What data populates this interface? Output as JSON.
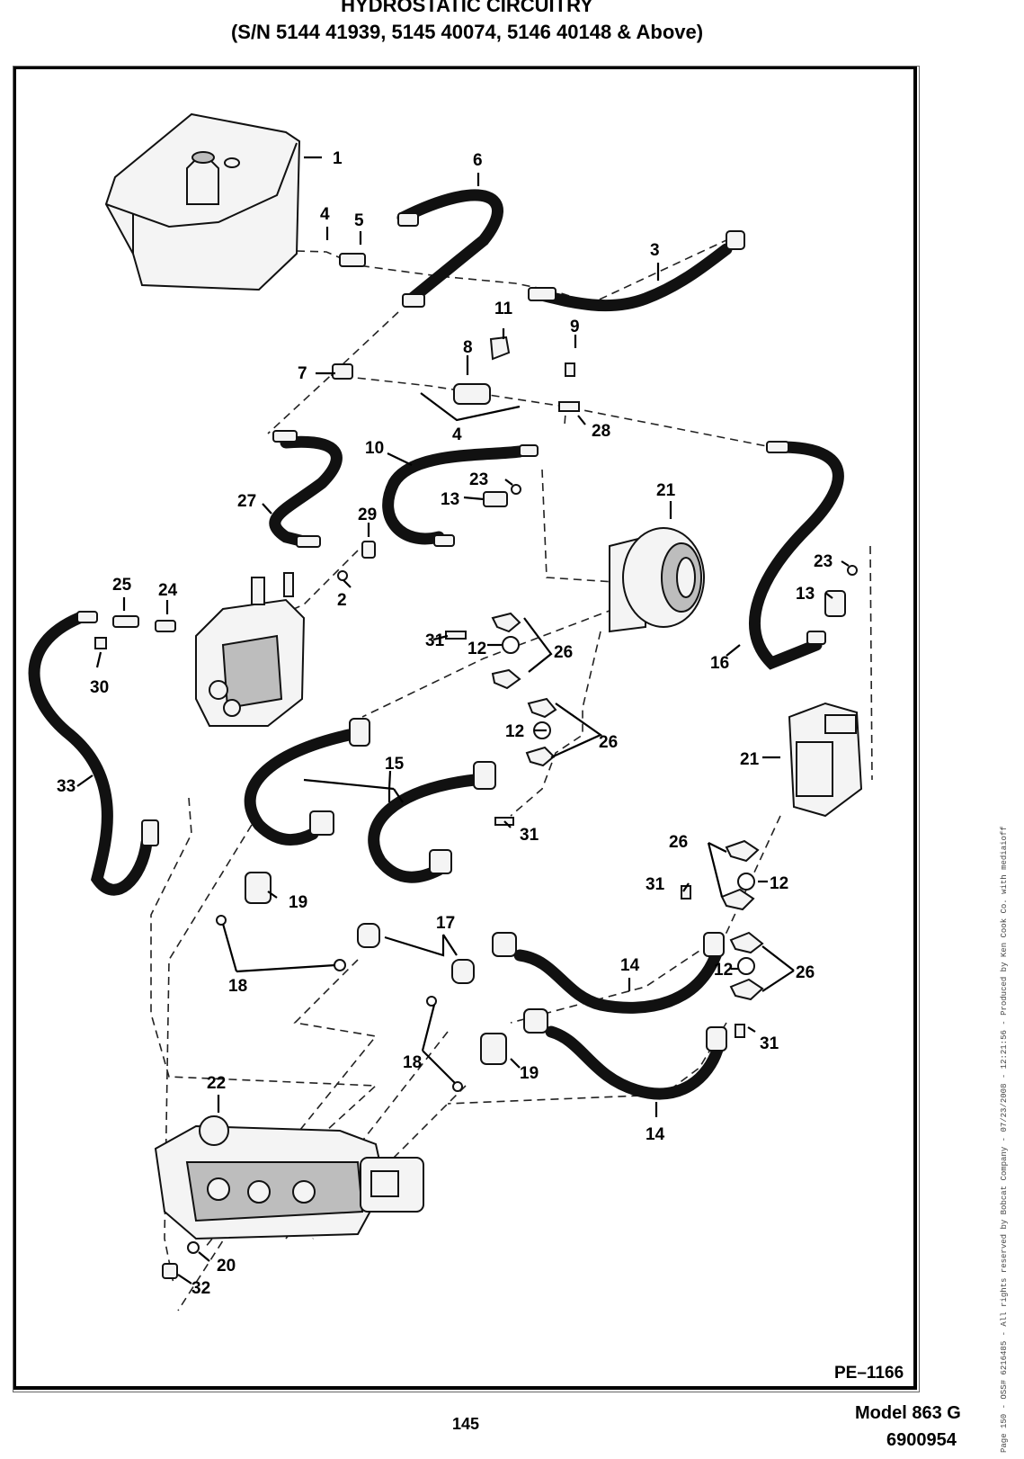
{
  "header": {
    "title": "HYDROSTATIC CIRCUITRY",
    "subtitle": "(S/N 5144 41939, 5145 40074, 5146 40148 & Above)"
  },
  "diagram": {
    "callouts": [
      "1",
      "2",
      "3",
      "4",
      "4",
      "5",
      "6",
      "7",
      "8",
      "9",
      "10",
      "11",
      "12",
      "12",
      "12",
      "12",
      "13",
      "13",
      "14",
      "14",
      "15",
      "16",
      "17",
      "18",
      "18",
      "19",
      "19",
      "20",
      "21",
      "21",
      "22",
      "23",
      "23",
      "24",
      "25",
      "26",
      "26",
      "26",
      "26",
      "27",
      "28",
      "29",
      "30",
      "31",
      "31",
      "31",
      "31",
      "32",
      "33"
    ],
    "drawing_code": "PE–1166"
  },
  "footer": {
    "page_number": "145",
    "model": "Model 863 G",
    "manual_number": "6900954",
    "side_note": "Page 150 - OSS# 6216485 - All rights reserved by Bobcat Company - 07/23/2008 - 12:21:56 - Produced by Ken Cook Co. with mediaioff"
  }
}
